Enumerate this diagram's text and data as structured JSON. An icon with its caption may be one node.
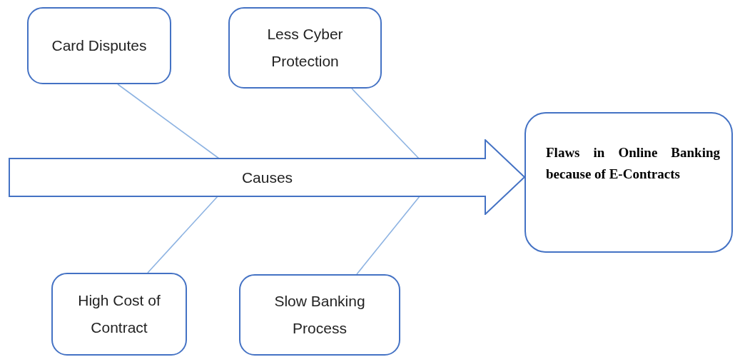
{
  "diagram": {
    "nodes": [
      {
        "text": [
          "Card Disputes"
        ]
      },
      {
        "text": [
          "Less Cyber Protection"
        ]
      },
      {
        "text": [
          "Causes"
        ]
      },
      {
        "text": [
          "Flaws in Online Banking because of E-Contracts"
        ]
      },
      {
        "text": [
          "High Cost of Contract"
        ]
      },
      {
        "text": [
          "Slow Banking Process"
        ]
      }
    ],
    "edges": [
      {
        "from": 0,
        "to": 2,
        "arrow": "none"
      },
      {
        "from": 1,
        "to": 2,
        "arrow": "none"
      },
      {
        "from": 4,
        "to": 2,
        "arrow": "none"
      },
      {
        "from": 5,
        "to": 2,
        "arrow": "none"
      }
    ]
  }
}
